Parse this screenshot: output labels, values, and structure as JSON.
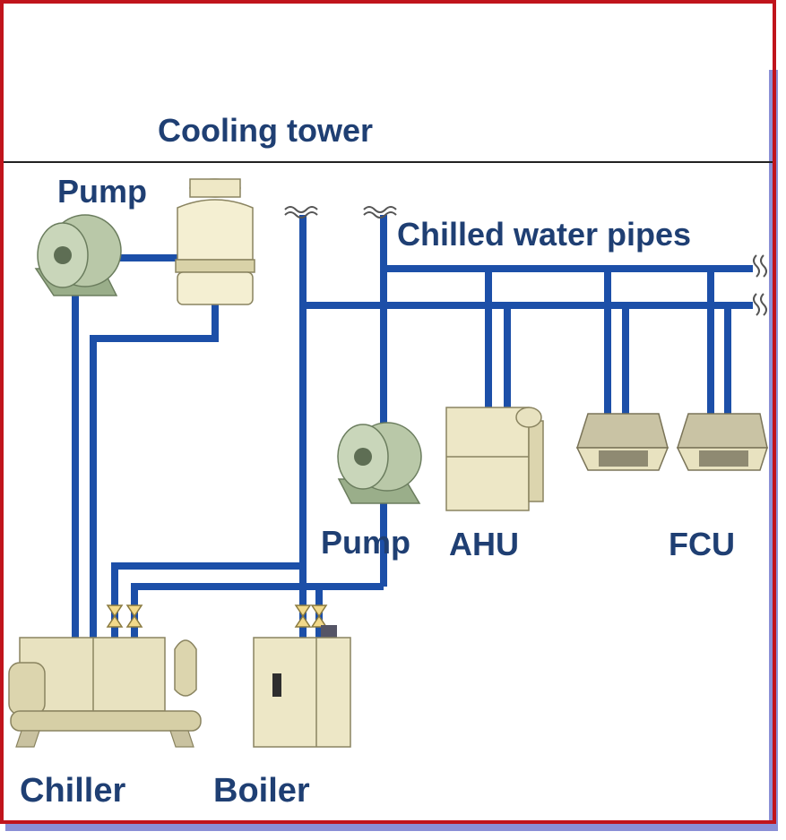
{
  "labels": {
    "cooling_tower": "Cooling tower",
    "pump_top": "Pump",
    "chilled_water_pipes": "Chilled water pipes",
    "pump_mid": "Pump",
    "ahu": "AHU",
    "fcu": "FCU",
    "chiller": "Chiller",
    "boiler": "Boiler"
  },
  "colors": {
    "label": "#1F3F73",
    "pipe": "#1C4FA8",
    "frame": "#C0141C",
    "shadow": "#8A8FD6",
    "pump_body": "#B9C8A8",
    "equipment": "#E8E2C0"
  },
  "icons": [
    "pump-icon",
    "cooling-tower-icon",
    "chiller-icon",
    "boiler-icon",
    "ahu-icon",
    "fcu-icon",
    "valve-icon",
    "pipe-break-icon"
  ]
}
